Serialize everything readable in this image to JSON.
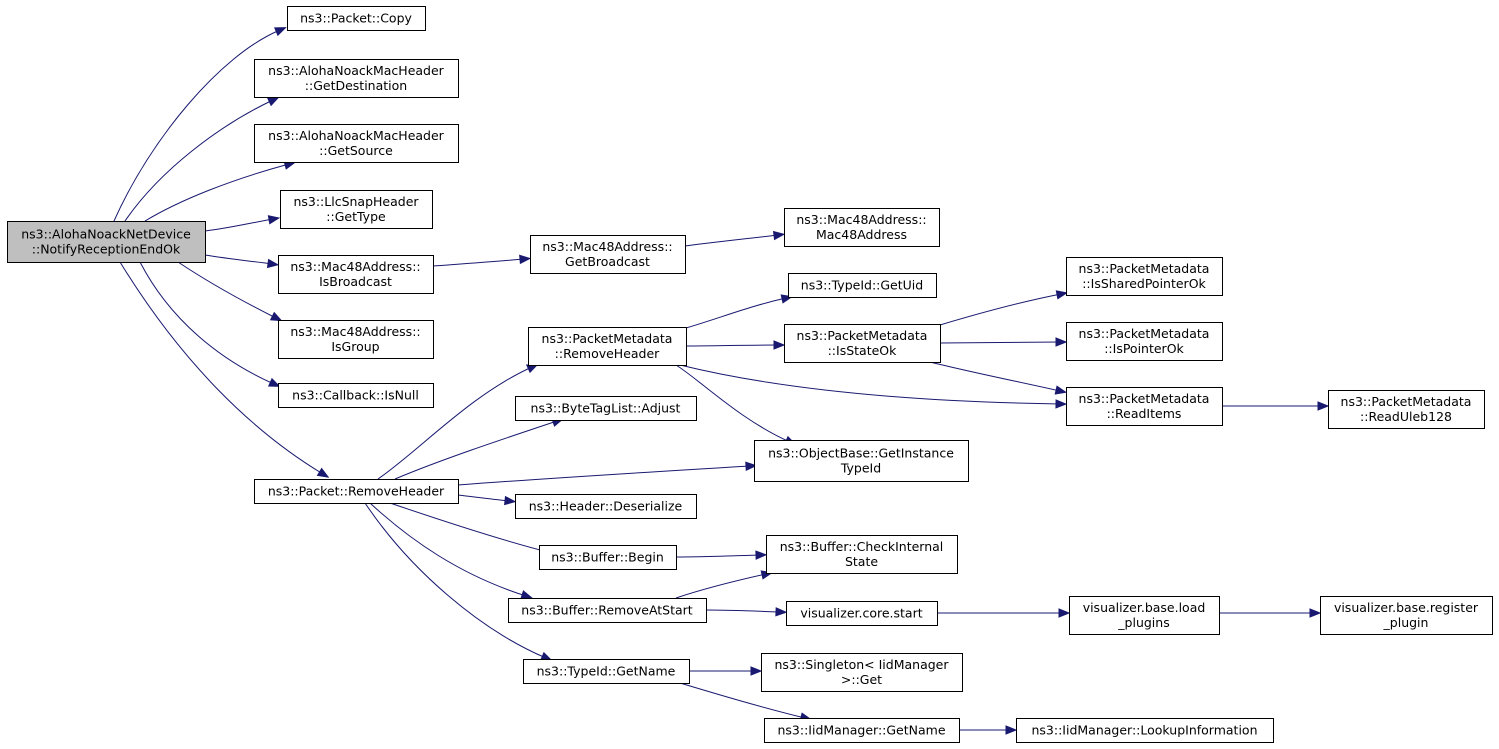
{
  "graph": {
    "nodes": [
      {
        "id": "root",
        "lines": [
          "ns3::AlohaNoackNetDevice",
          "::NotifyReceptionEndOk"
        ],
        "root": true
      },
      {
        "id": "copy",
        "lines": [
          "ns3::Packet::Copy"
        ]
      },
      {
        "id": "getdest",
        "lines": [
          "ns3::AlohaNoackMacHeader",
          "::GetDestination"
        ]
      },
      {
        "id": "getsrc",
        "lines": [
          "ns3::AlohaNoackMacHeader",
          "::GetSource"
        ]
      },
      {
        "id": "gettype",
        "lines": [
          "ns3::LlcSnapHeader",
          "::GetType"
        ]
      },
      {
        "id": "isbcast",
        "lines": [
          "ns3::Mac48Address::",
          "IsBroadcast"
        ]
      },
      {
        "id": "isgroup",
        "lines": [
          "ns3::Mac48Address::",
          "IsGroup"
        ]
      },
      {
        "id": "isnull",
        "lines": [
          "ns3::Callback::IsNull"
        ]
      },
      {
        "id": "removehdr",
        "lines": [
          "ns3::Packet::RemoveHeader"
        ]
      },
      {
        "id": "getbcast",
        "lines": [
          "ns3::Mac48Address::",
          "GetBroadcast"
        ]
      },
      {
        "id": "mac48",
        "lines": [
          "ns3::Mac48Address::",
          "Mac48Address"
        ]
      },
      {
        "id": "pmremove",
        "lines": [
          "ns3::PacketMetadata",
          "::RemoveHeader"
        ]
      },
      {
        "id": "adjust",
        "lines": [
          "ns3::ByteTagList::Adjust"
        ]
      },
      {
        "id": "deser",
        "lines": [
          "ns3::Header::Deserialize"
        ]
      },
      {
        "id": "bbegin",
        "lines": [
          "ns3::Buffer::Begin"
        ]
      },
      {
        "id": "bremove",
        "lines": [
          "ns3::Buffer::RemoveAtStart"
        ]
      },
      {
        "id": "tgetname",
        "lines": [
          "ns3::TypeId::GetName"
        ]
      },
      {
        "id": "getuid",
        "lines": [
          "ns3::TypeId::GetUid"
        ]
      },
      {
        "id": "isstateok",
        "lines": [
          "ns3::PacketMetadata",
          "::IsStateOk"
        ]
      },
      {
        "id": "getinst",
        "lines": [
          "ns3::ObjectBase::GetInstance",
          "TypeId"
        ]
      },
      {
        "id": "checkint",
        "lines": [
          "ns3::Buffer::CheckInternal",
          "State"
        ]
      },
      {
        "id": "vstart",
        "lines": [
          "visualizer.core.start"
        ]
      },
      {
        "id": "sget",
        "lines": [
          "ns3::Singleton< IidManager",
          ">::Get"
        ]
      },
      {
        "id": "iidgetname",
        "lines": [
          "ns3::IidManager::GetName"
        ]
      },
      {
        "id": "isshared",
        "lines": [
          "ns3::PacketMetadata",
          "::IsSharedPointerOk"
        ]
      },
      {
        "id": "isptr",
        "lines": [
          "ns3::PacketMetadata",
          "::IsPointerOk"
        ]
      },
      {
        "id": "readitems",
        "lines": [
          "ns3::PacketMetadata",
          "::ReadItems"
        ]
      },
      {
        "id": "loadplug",
        "lines": [
          "visualizer.base.load",
          "_plugins"
        ]
      },
      {
        "id": "lookup",
        "lines": [
          "ns3::IidManager::LookupInformation"
        ]
      },
      {
        "id": "readuleb",
        "lines": [
          "ns3::PacketMetadata",
          "::ReadUleb128"
        ]
      },
      {
        "id": "regplug",
        "lines": [
          "visualizer.base.register",
          "_plugin"
        ]
      }
    ],
    "edges": [
      [
        "root",
        "copy"
      ],
      [
        "root",
        "getdest"
      ],
      [
        "root",
        "getsrc"
      ],
      [
        "root",
        "gettype"
      ],
      [
        "root",
        "isbcast"
      ],
      [
        "root",
        "isgroup"
      ],
      [
        "root",
        "isnull"
      ],
      [
        "root",
        "removehdr"
      ],
      [
        "isbcast",
        "getbcast"
      ],
      [
        "getbcast",
        "mac48"
      ],
      [
        "removehdr",
        "pmremove"
      ],
      [
        "removehdr",
        "adjust"
      ],
      [
        "removehdr",
        "getinst"
      ],
      [
        "removehdr",
        "deser"
      ],
      [
        "removehdr",
        "bbegin"
      ],
      [
        "removehdr",
        "bremove"
      ],
      [
        "removehdr",
        "tgetname"
      ],
      [
        "pmremove",
        "getuid"
      ],
      [
        "pmremove",
        "isstateok"
      ],
      [
        "pmremove",
        "getinst"
      ],
      [
        "pmremove",
        "readitems"
      ],
      [
        "isstateok",
        "isshared"
      ],
      [
        "isstateok",
        "isptr"
      ],
      [
        "isstateok",
        "readitems"
      ],
      [
        "readitems",
        "readuleb"
      ],
      [
        "bbegin",
        "checkint"
      ],
      [
        "bremove",
        "checkint"
      ],
      [
        "bremove",
        "vstart"
      ],
      [
        "vstart",
        "loadplug"
      ],
      [
        "loadplug",
        "regplug"
      ],
      [
        "tgetname",
        "sget"
      ],
      [
        "tgetname",
        "iidgetname"
      ],
      [
        "iidgetname",
        "lookup"
      ]
    ]
  }
}
